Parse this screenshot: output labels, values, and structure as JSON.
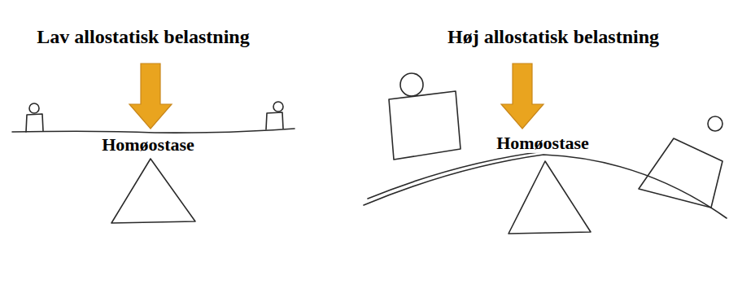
{
  "diagram": {
    "labels": [
      "Lav allostatisk belastning",
      "Homøostase",
      "Høj allostatisk belastning",
      "Homøostase"
    ]
  }
}
